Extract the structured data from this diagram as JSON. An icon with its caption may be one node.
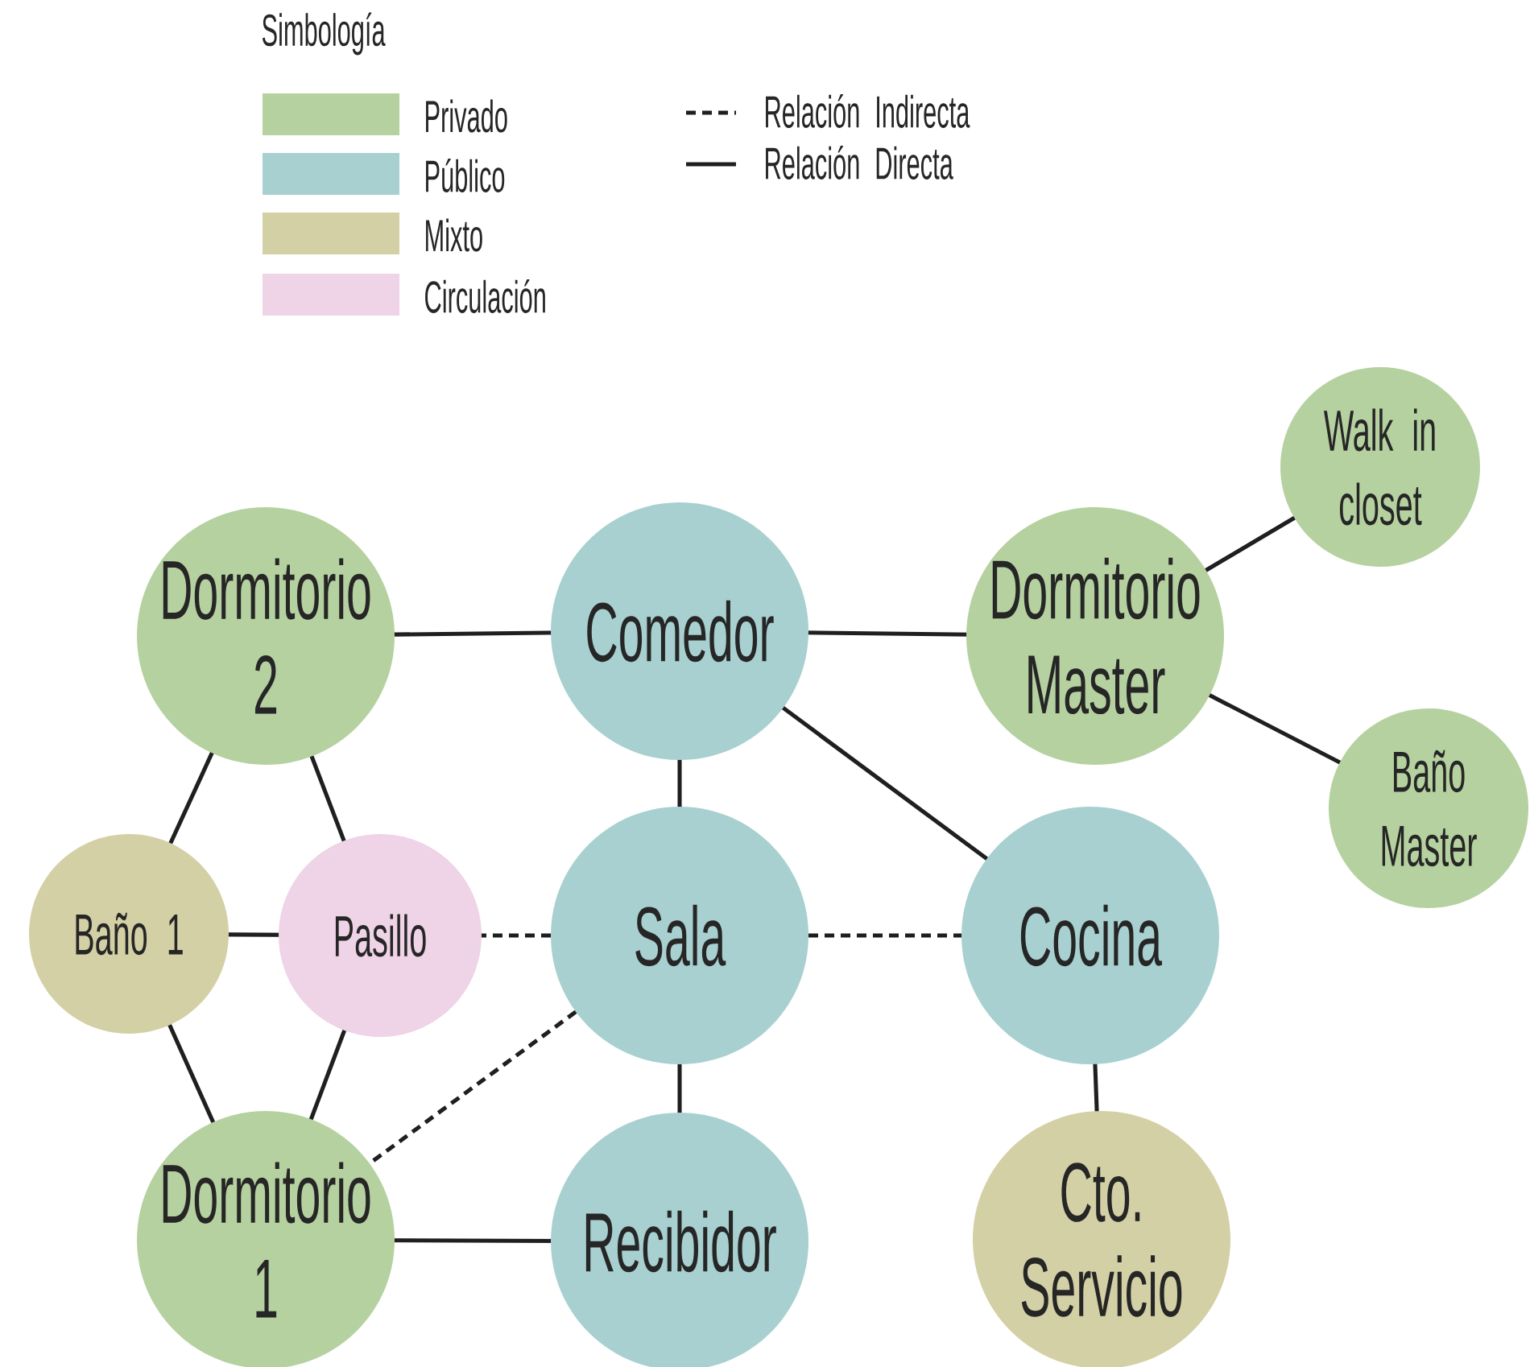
{
  "diagram": {
    "nodes": [
      {
        "text": [
          "Dormitorio 2"
        ]
      },
      {
        "text": [
          "Comedor"
        ]
      },
      {
        "text": [
          "Dormitorio Master"
        ]
      },
      {
        "text": [
          "Walk in closet"
        ]
      },
      {
        "text": [
          "Baño Master"
        ]
      },
      {
        "text": [
          "Baño 1"
        ]
      },
      {
        "text": [
          "Pasillo"
        ]
      },
      {
        "text": [
          "Sala"
        ]
      },
      {
        "text": [
          "Cocina"
        ]
      },
      {
        "text": [
          "Dormitorio 1"
        ]
      },
      {
        "text": [
          "Recibidor"
        ]
      },
      {
        "text": [
          "Cto. Servicio"
        ]
      }
    ],
    "edges": [
      {
        "from": 0,
        "to": 1,
        "arrow": "none"
      },
      {
        "from": 1,
        "to": 2,
        "arrow": "none"
      },
      {
        "from": 2,
        "to": 3,
        "arrow": "none"
      },
      {
        "from": 2,
        "to": 4,
        "arrow": "none"
      },
      {
        "from": 1,
        "to": 7,
        "arrow": "none"
      },
      {
        "from": 1,
        "to": 8,
        "arrow": "none"
      },
      {
        "from": 0,
        "to": 5,
        "arrow": "none"
      },
      {
        "from": 0,
        "to": 6,
        "arrow": "none"
      },
      {
        "from": 5,
        "to": 6,
        "arrow": "none"
      },
      {
        "from": 5,
        "to": 9,
        "arrow": "none"
      },
      {
        "from": 6,
        "to": 9,
        "arrow": "none"
      },
      {
        "from": 6,
        "to": 7,
        "arrow": "none",
        "style": "dashed"
      },
      {
        "from": 7,
        "to": 8,
        "arrow": "none",
        "style": "dashed"
      },
      {
        "from": 7,
        "to": 9,
        "arrow": "none",
        "style": "dashed"
      },
      {
        "from": 7,
        "to": 10,
        "arrow": "none"
      },
      {
        "from": 9,
        "to": 10,
        "arrow": "none"
      },
      {
        "from": 8,
        "to": 11,
        "arrow": "none"
      }
    ],
    "labels": [
      "Simbología"
    ],
    "legend": [
      {
        "text": "Privado",
        "color": "#b5d1a0"
      },
      {
        "text": "Público",
        "color": "#a8d0d0"
      },
      {
        "text": "Mixto",
        "color": "#d3d0a6"
      },
      {
        "text": "Circulación",
        "color": "#efd3e6"
      },
      {
        "text": "Relación Indirecta"
      },
      {
        "text": "Relación Directa"
      }
    ]
  }
}
